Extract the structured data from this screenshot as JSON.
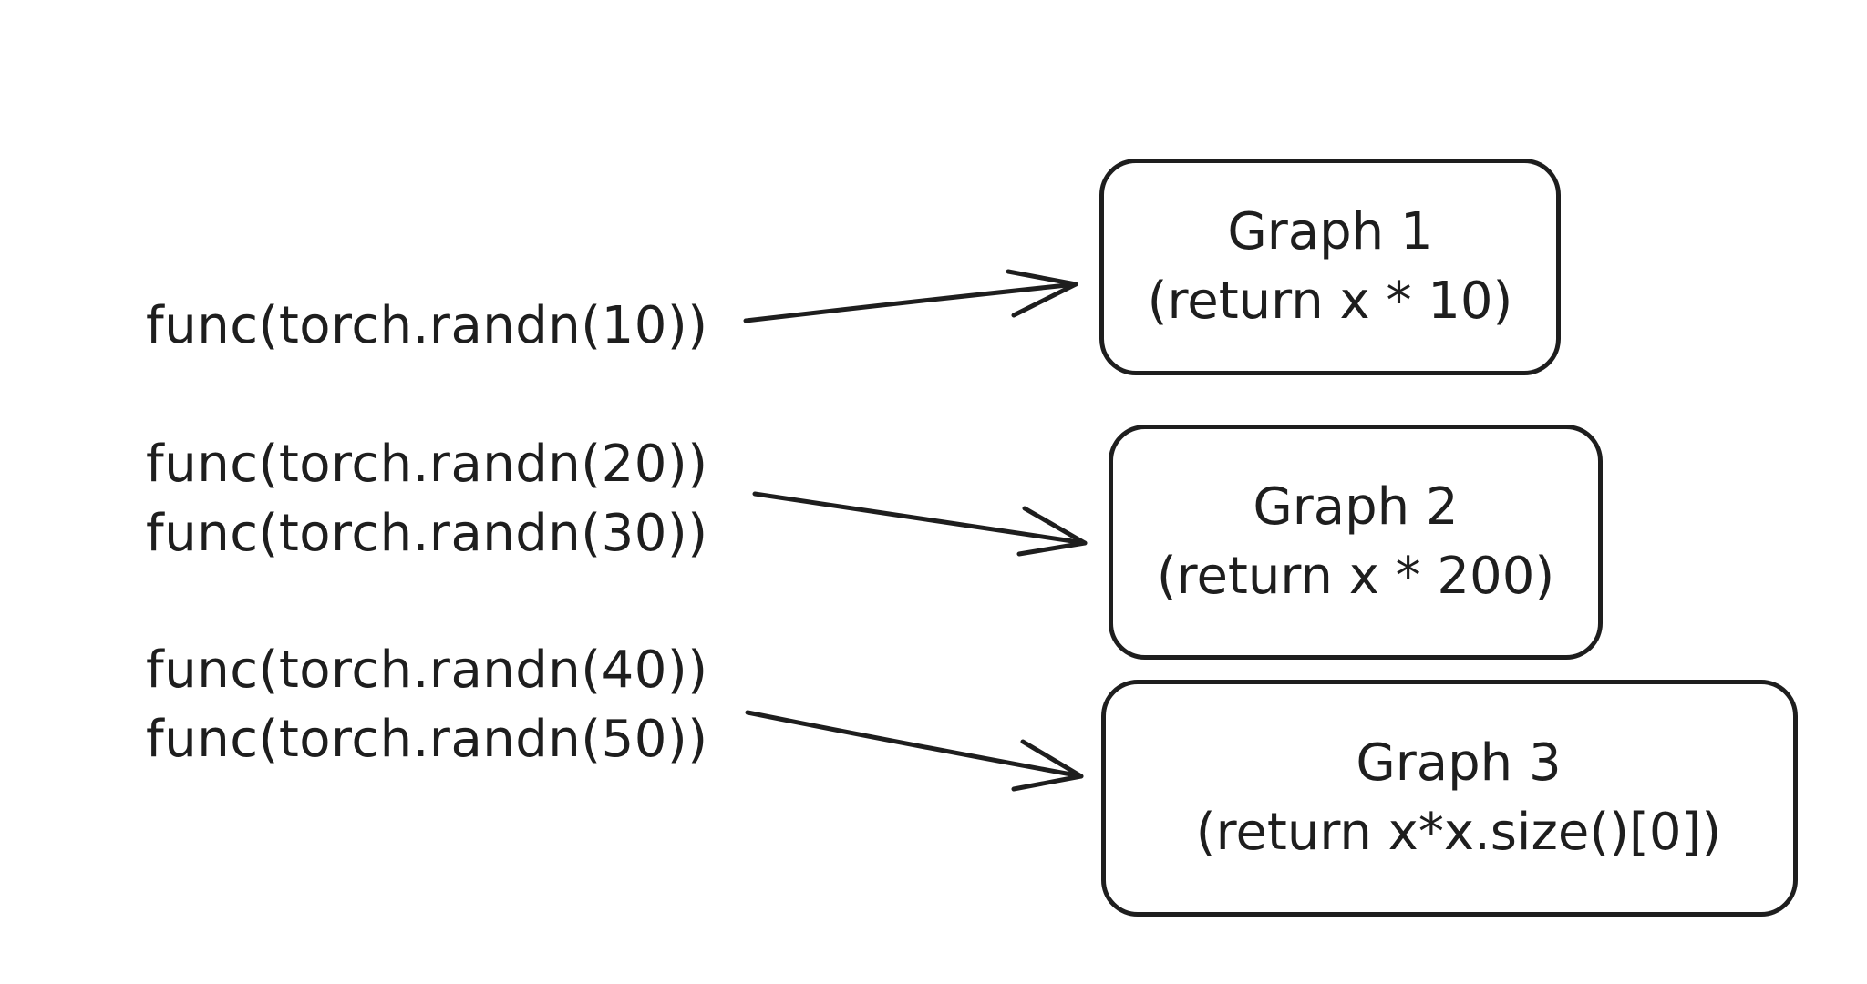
{
  "calls": {
    "group1": [
      "func(torch.randn(10))"
    ],
    "group2": [
      "func(torch.randn(20))",
      "func(torch.randn(30))"
    ],
    "group3": [
      "func(torch.randn(40))",
      "func(torch.randn(50))"
    ]
  },
  "graphs": [
    {
      "title": "Graph 1",
      "body": "(return x * 10)"
    },
    {
      "title": "Graph 2",
      "body": "(return x * 200)"
    },
    {
      "title": "Graph 3",
      "body": "(return x*x.size()[0])"
    }
  ],
  "colors": {
    "stroke": "#1e1e1e",
    "background": "#ffffff"
  }
}
